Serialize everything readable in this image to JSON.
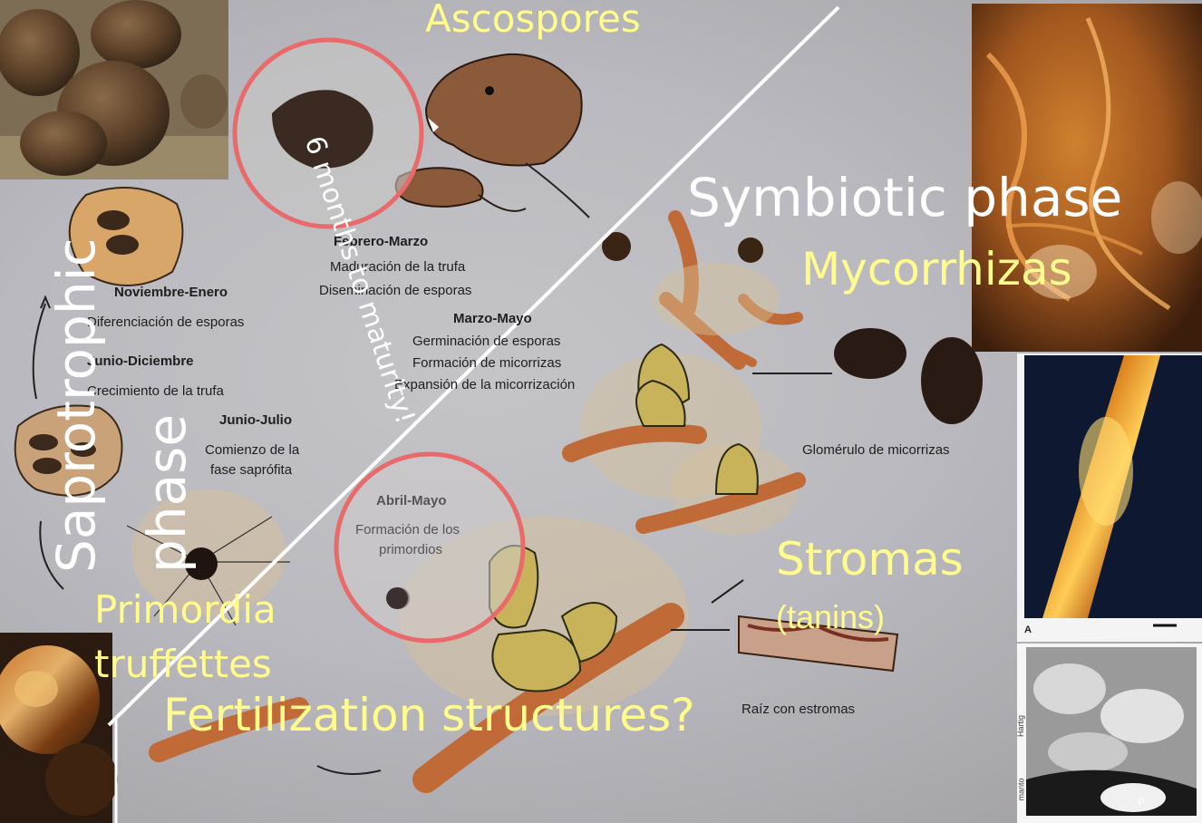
{
  "headings": {
    "ascospores": "Ascospores",
    "symbiotic_phase": "Symbiotic phase",
    "mycorrhizas": "Mycorrhizas",
    "saprotrophic": "Saprotrophic",
    "phase": "phase",
    "months_to_maturity": "6 months to maturity!",
    "stromas": "Stromas",
    "tanins": "(tanins)",
    "primordia": "Primordia",
    "truffettes": "truffettes",
    "fertilization": "Fertilization structures?"
  },
  "diagram_labels": {
    "febrero_title": "Febrero-Marzo",
    "febrero_line1": "Maduración de la trufa",
    "febrero_line2": "Diseminación de esporas",
    "noviembre_title": "Noviembre-Enero",
    "noviembre_line1": "Diferenciación de esporas",
    "junio_dic_title": "Junio-Diciembre",
    "junio_dic_line1": "Crecimiento de la trufa",
    "junio_julio_title": "Junio-Julio",
    "junio_julio_line1": "Comienzo de la",
    "junio_julio_line2": "fase saprófita",
    "marzo_title": "Marzo-Mayo",
    "marzo_line1": "Germinación de esporas",
    "marzo_line2": "Formación de micorrizas",
    "marzo_line3": "Expansión de la micorrización",
    "glomerulo": "Glomérulo de micorrizas",
    "abril_title": "Abril-Mayo",
    "abril_line1": "Formación de los",
    "abril_line2": "primordios",
    "estromas": "Raíz con estromas"
  },
  "micrograph": {
    "panel_a_label": "A",
    "panel_p_label": "P",
    "side_label_1": "Hartig",
    "side_label_2": "manto"
  },
  "colors": {
    "accent_yellow": "#fffb8c",
    "circle_red": "#e86a6a",
    "diagonal_line": "#ffffff",
    "background_gray": "#b5b5ba"
  }
}
